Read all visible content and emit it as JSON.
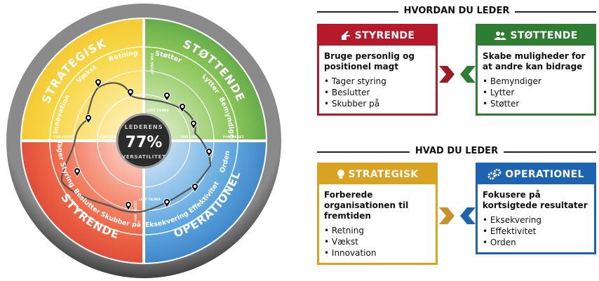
{
  "wheel": {
    "center_top": "LEDERENS",
    "center_value": "77%",
    "center_bottom": "VERSATILITET",
    "quadrants": {
      "strategisk": {
        "title": "STRATEGISK",
        "items": [
          "Retning",
          "Vækst",
          "Innovation"
        ]
      },
      "stottende": {
        "title": "STØTTENDE",
        "items": [
          "Støtter",
          "Lytter",
          "Bemyndiger"
        ]
      },
      "styrende": {
        "title": "STYRENDE",
        "items": [
          "Tager Styring",
          "Beslutter",
          "Skubber på"
        ]
      },
      "operationel": {
        "title": "OPERATIONEL",
        "items": [
          "Eksekvering",
          "Effektivitet",
          "Orden"
        ]
      }
    },
    "axis_labels": {
      "lidt_tilpas": "LIDT TILPAS",
      "for_meget": "FOR MEGET",
      "for_lidt": "FOR LIDT"
    },
    "colors": {
      "yellow": "#f3c21c",
      "green": "#3f9d3f",
      "red": "#d83a2e",
      "blue": "#1f6fc0",
      "rim": "#6a6a6a"
    }
  },
  "right": {
    "section1_title": "HVORDAN DU LEDER",
    "section2_title": "HVAD DU LEDER",
    "styrende": {
      "title": "STYRENDE",
      "lead": "Bruge personlig og positionel magt",
      "items": [
        "Tager styring",
        "Beslutter",
        "Skubber på"
      ],
      "color": "#b5192a"
    },
    "stottende": {
      "title": "STØTTENDE",
      "lead": "Skabe muligheder for at andre kan bidrage",
      "items": [
        "Bemyndiger",
        "Lytter",
        "Støtter"
      ],
      "color": "#2e7d32"
    },
    "strategisk": {
      "title": "STRATEGISK",
      "lead": "Forberede organisationen til fremtiden",
      "items": [
        "Retning",
        "Vækst",
        "Innovation"
      ],
      "color": "#d9a321"
    },
    "operationel": {
      "title": "OPERATIONEL",
      "lead": "Fokusere på kortsigtede resultater",
      "items": [
        "Eksekvering",
        "Effektivitet",
        "Orden"
      ],
      "color": "#1d63b0"
    }
  }
}
